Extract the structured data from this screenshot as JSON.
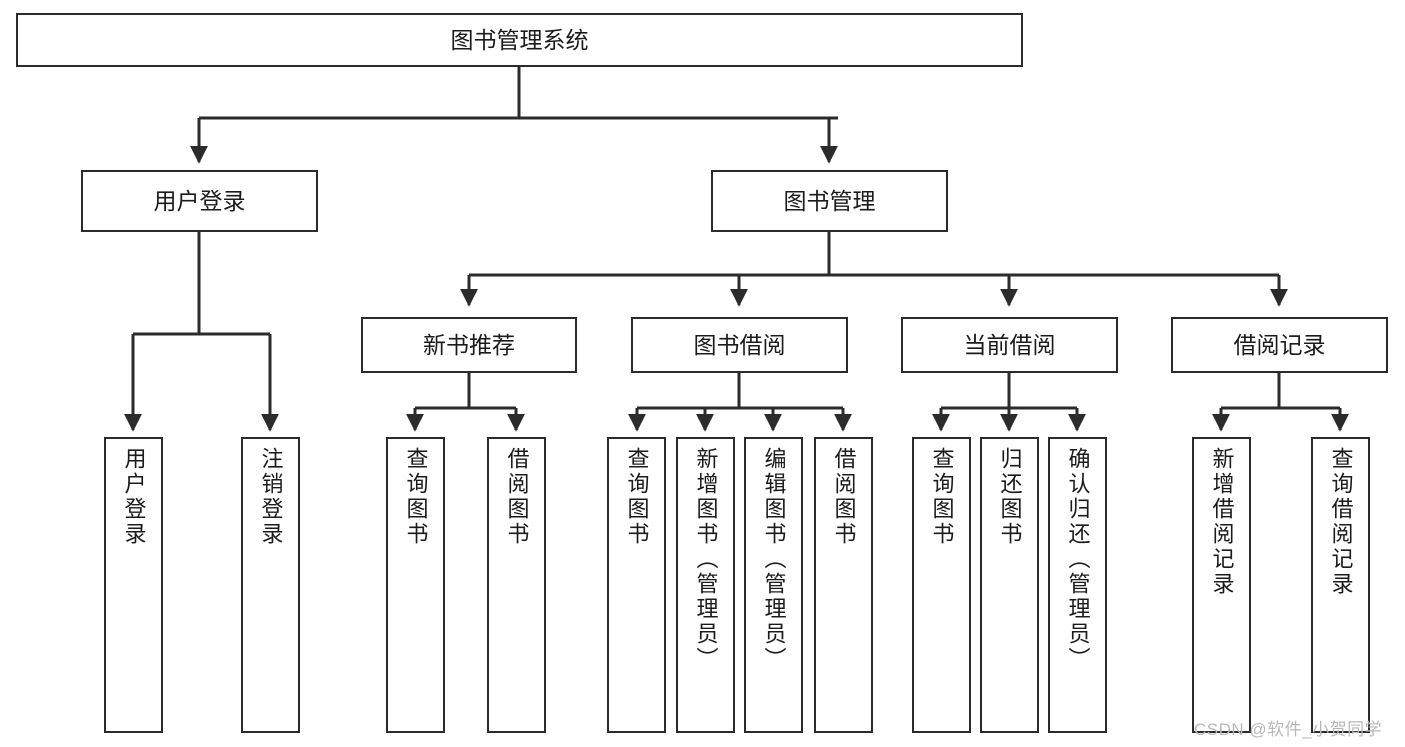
{
  "diagram": {
    "title": "图书管理系统",
    "watermark": "CSDN @软件_小贺同学",
    "colors": {
      "stroke": "#2b2b2b",
      "fill": "#ffffff",
      "text": "#1b1b1b",
      "watermark": "#b8b8b8"
    },
    "levels": {
      "root": {
        "label": "图书管理系统"
      },
      "level2": [
        {
          "label": "用户登录"
        },
        {
          "label": "图书管理"
        }
      ],
      "level3": [
        {
          "label": "新书推荐"
        },
        {
          "label": "图书借阅"
        },
        {
          "label": "当前借阅"
        },
        {
          "label": "借阅记录"
        }
      ],
      "leaves": {
        "user_login": [
          {
            "label": "用户登录"
          },
          {
            "label": "注销登录"
          }
        ],
        "new_book_recommend": [
          {
            "label": "查询图书"
          },
          {
            "label": "借阅图书"
          }
        ],
        "book_borrow": [
          {
            "label": "查询图书"
          },
          {
            "label": "新增图书（管理员）"
          },
          {
            "label": "编辑图书（管理员）"
          },
          {
            "label": "借阅图书"
          }
        ],
        "current_borrow": [
          {
            "label": "查询图书"
          },
          {
            "label": "归还图书"
          },
          {
            "label": "确认归还（管理员）"
          }
        ],
        "borrow_record": [
          {
            "label": "新增借阅记录"
          },
          {
            "label": "查询借阅记录"
          }
        ]
      }
    }
  }
}
